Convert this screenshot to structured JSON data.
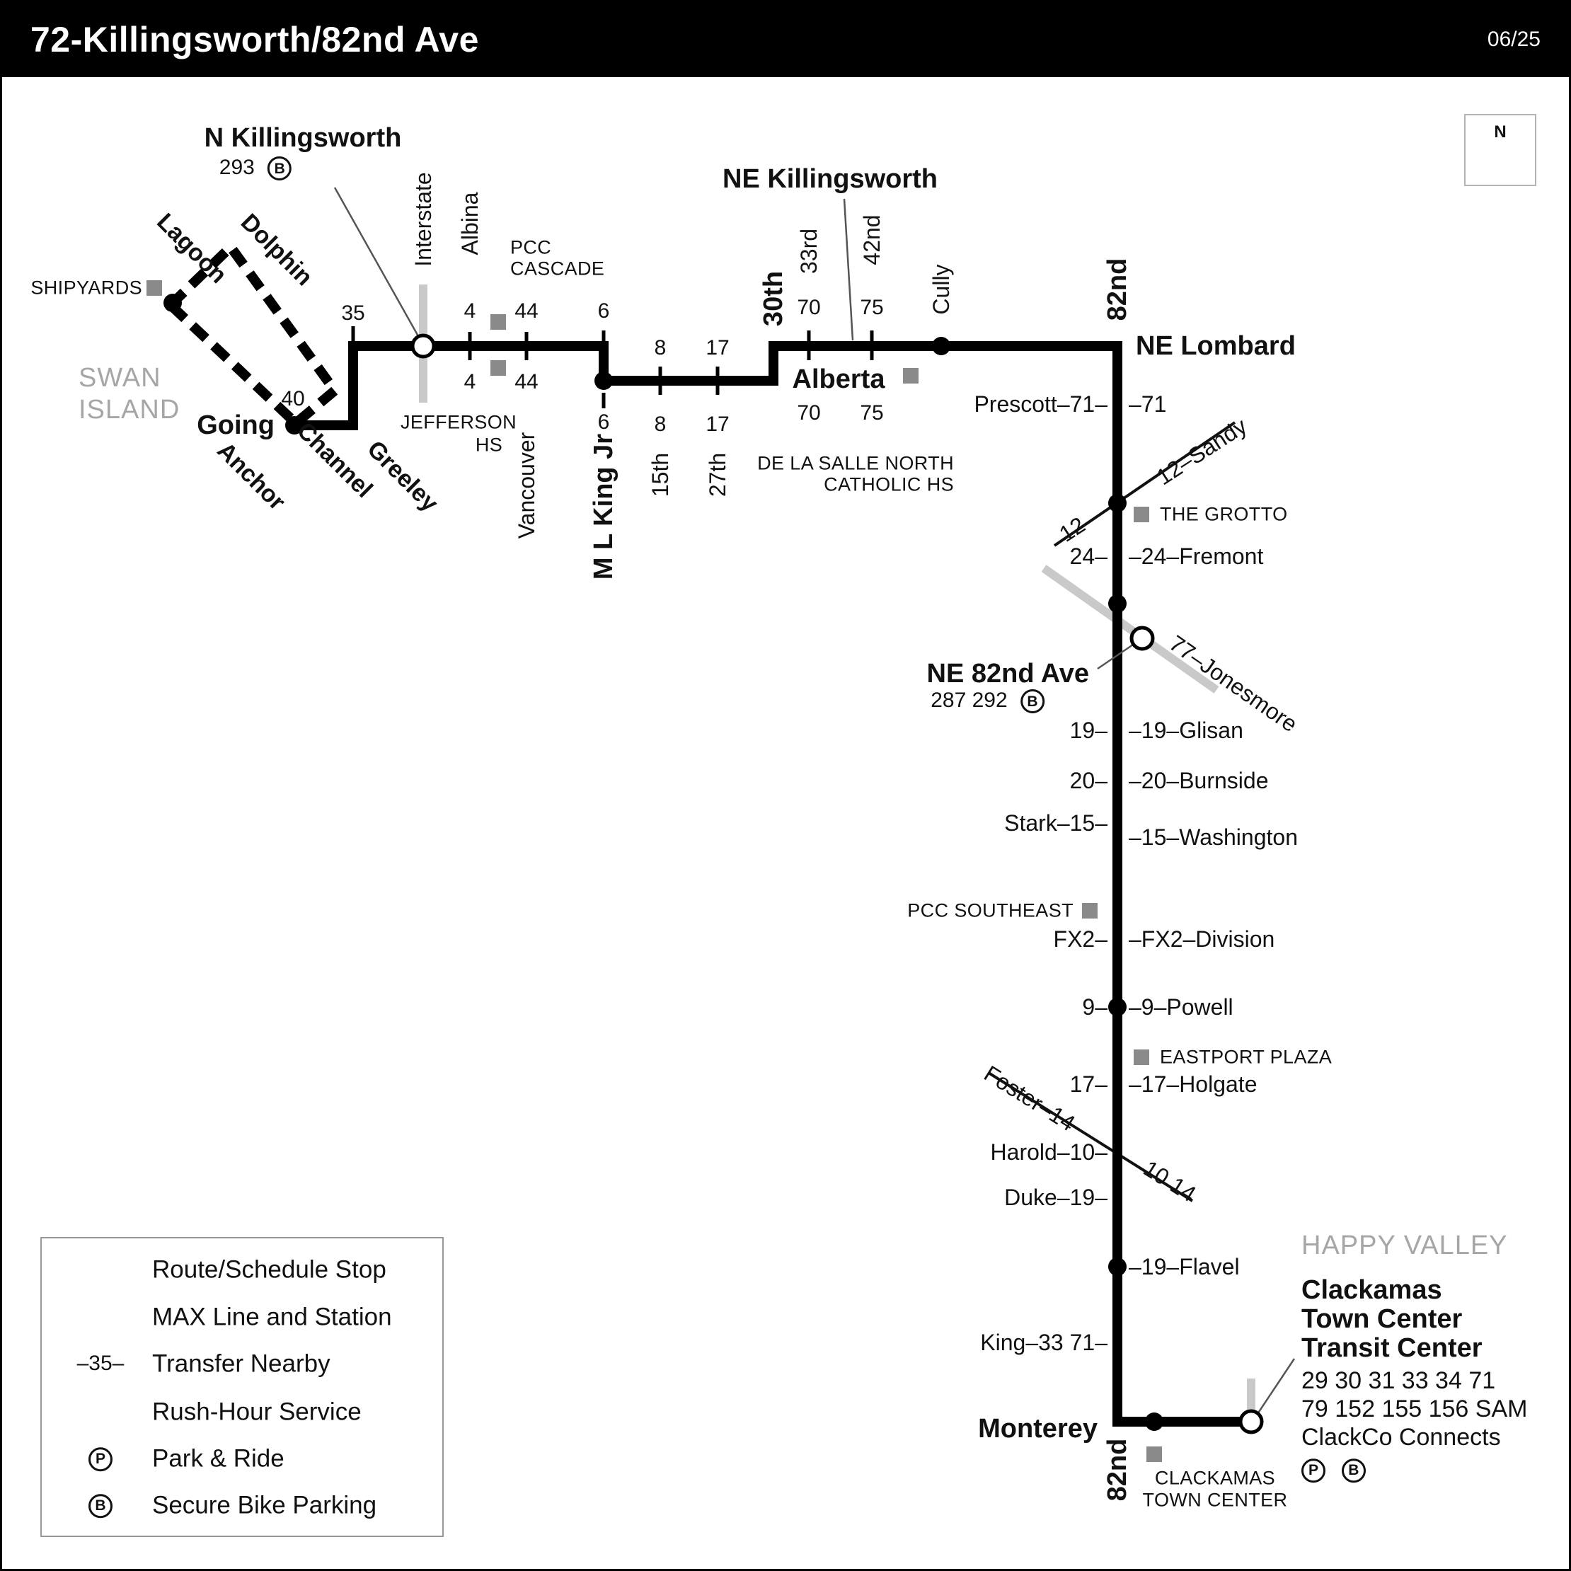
{
  "header": {
    "title": "72-Killingsworth/82nd Ave",
    "date": "06/25"
  },
  "compass": {
    "north": "N"
  },
  "icons": {
    "park": "P",
    "bike": "B"
  },
  "colors": {
    "route": "#000000",
    "max_line": "#c9c9c9",
    "landmark": "#8a8a8a",
    "area_text": "#a6a6a6"
  },
  "areas": {
    "swan1": "SWAN",
    "swan2": "ISLAND",
    "happy_valley": "HAPPY VALLEY"
  },
  "west": {
    "n_killingsworth": "N Killingsworth",
    "n_killingsworth_routes": "293",
    "shipyards": "SHIPYARDS",
    "lagoon": "Lagoon",
    "dolphin": "Dolphin",
    "anchor": "Anchor",
    "channel": "Channel",
    "greeley": "Greeley",
    "going": "Going",
    "t40": "40",
    "t35": "35",
    "interstate": "Interstate",
    "albina": "Albina",
    "pcc_cascade1": "PCC",
    "pcc_cascade2": "CASCADE",
    "jefferson1": "JEFFERSON",
    "jefferson2": "HS",
    "vancouver": "Vancouver",
    "mlk": "M L King Jr",
    "st15": "15th",
    "st27": "27th",
    "st30": "30th",
    "st33": "33rd",
    "st42": "42nd",
    "cully": "Cully",
    "st82": "82nd",
    "ne_killingsworth": "NE Killingsworth",
    "alberta": "Alberta",
    "ne_lombard": "NE Lombard",
    "dls1": "DE LA SALLE NORTH",
    "dls2": "CATHOLIC HS",
    "n4": "4",
    "n44": "44",
    "n6": "6",
    "n8": "8",
    "n17": "17",
    "n70": "70",
    "n75": "75"
  },
  "corridor": {
    "prescott_l": "Prescott–71–",
    "prescott_r": "–71",
    "sandy12": "12",
    "sandy": "12–Sandy",
    "grotto": "THE GROTTO",
    "fremont_l": "24–",
    "fremont_r": "–24–Fremont",
    "ne82": "NE 82nd Ave",
    "ne82_routes": "287 292",
    "jonesmore": "77–Jonesmore",
    "glisan_l": "19–",
    "glisan_r": "–19–Glisan",
    "burnside_l": "20–",
    "burnside_r": "–20–Burnside",
    "stark_l": "Stark–15–",
    "washington_r": "–15–Washington",
    "pcc_se": "PCC SOUTHEAST",
    "division_l": "FX2–",
    "division_r": "–FX2–Division",
    "powell_l": "9–",
    "powell_r": "–9–Powell",
    "eastport": "EASTPORT PLAZA",
    "holgate_l": "17–",
    "holgate_r": "–17–Holgate",
    "foster": "Foster–14",
    "foster_se": "10 14",
    "harold_l": "Harold–10–",
    "duke_l": "Duke–19–",
    "flavel_r": "–19–Flavel",
    "king_l": "King–33 71–",
    "monterey": "Monterey",
    "st82_s": "82nd",
    "ctc_sq1": "CLACKAMAS",
    "ctc_sq2": "TOWN CENTER",
    "ctc1": "Clackamas",
    "ctc2": "Town Center",
    "ctc3": "Transit Center",
    "ctc_r1": "29 30 31 33 34 71",
    "ctc_r2": "79 152 155 156 SAM",
    "ctc_r3": "ClackCo Connects"
  },
  "legend": {
    "route_stop": "Route/Schedule Stop",
    "max": "MAX Line and Station",
    "transfer_sym": "–35–",
    "transfer": "Transfer Nearby",
    "rush": "Rush-Hour Service",
    "park": "Park & Ride",
    "bike": "Secure Bike Parking"
  }
}
